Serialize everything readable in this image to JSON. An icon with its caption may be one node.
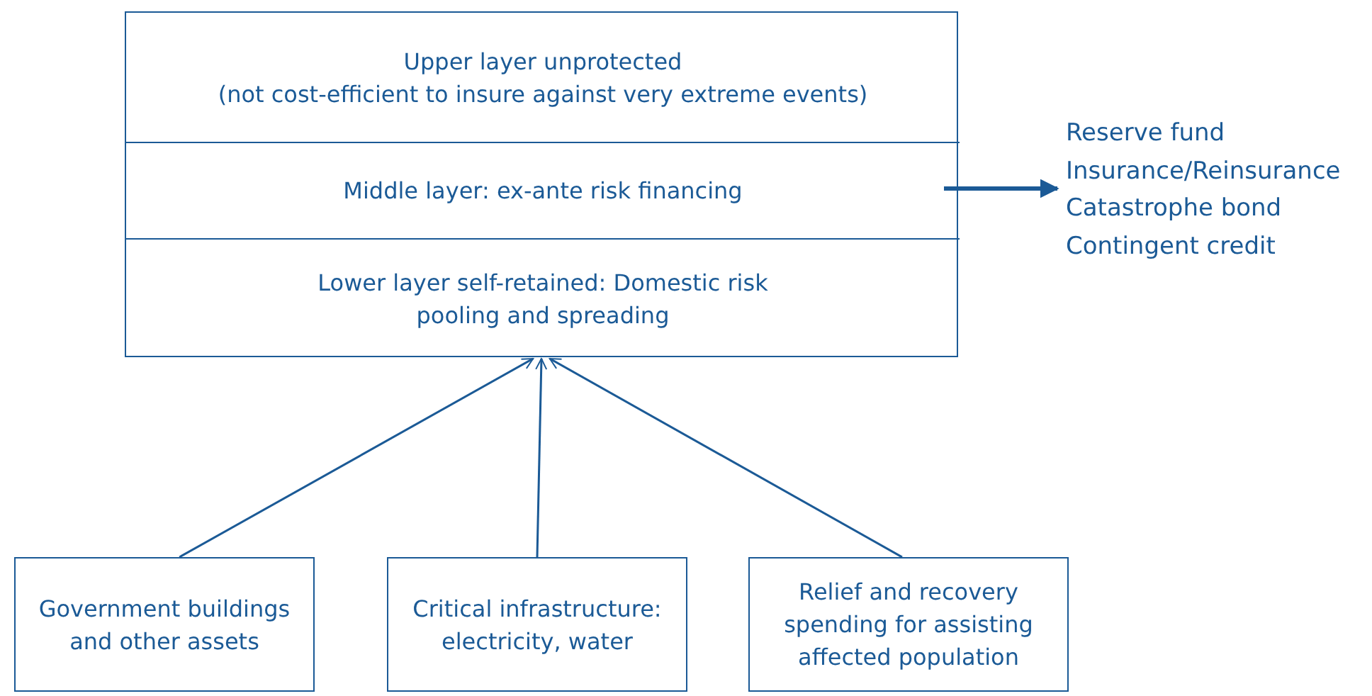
{
  "diagram": {
    "nodes": [
      {
        "text": [],
        "shape": "box"
      },
      {
        "text": [
          "Upper layer unprotected",
          "(not cost-efficient to insure against very extreme events)"
        ],
        "in": 0
      },
      {
        "text": [
          "Middle layer: ex-ante risk financing"
        ],
        "in": 0
      },
      {
        "text": [
          "Lower layer self-retained: Domestic risk pooling and spreading"
        ],
        "in": 0
      },
      {
        "text": [
          "Reserve fund",
          "Insurance/Reinsurance",
          "Catastrophe bond",
          "Contingent credit"
        ]
      },
      {
        "text": [
          "Government buildings and other assets"
        ]
      },
      {
        "text": [
          "Critical infrastructure: electricity, water"
        ]
      },
      {
        "text": [
          "Relief and recovery spending for assisting affected population"
        ]
      }
    ],
    "edges": [
      {
        "from": 2,
        "to": 4,
        "arrow": "to",
        "style": "thick"
      },
      {
        "from": 5,
        "to": 3,
        "arrow": "to"
      },
      {
        "from": 6,
        "to": 3,
        "arrow": "to"
      },
      {
        "from": 7,
        "to": 3,
        "arrow": "to"
      }
    ]
  }
}
